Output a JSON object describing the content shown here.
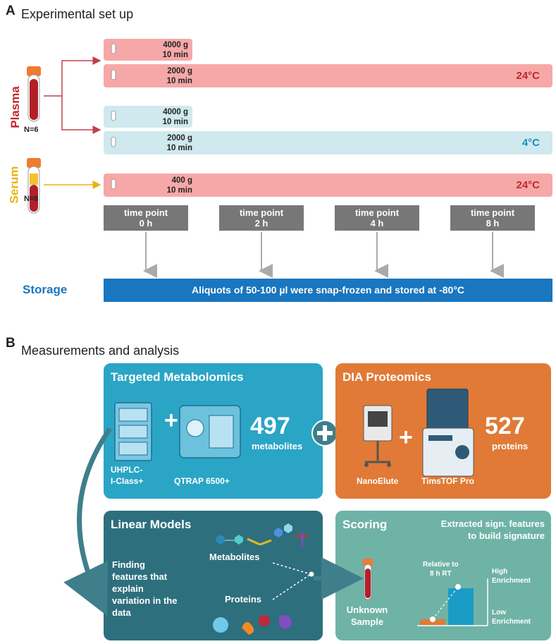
{
  "panel_a": {
    "letter": "A",
    "title": "Experimental set up",
    "plasma_label": "Plasma",
    "serum_label": "Serum",
    "plasma_n": "N=6",
    "serum_n": "N=6",
    "bars": [
      {
        "line1": "4000 g",
        "line2": "10 min",
        "temp": ""
      },
      {
        "line1": "2000 g",
        "line2": "10 min",
        "temp": "24°C"
      },
      {
        "line1": "4000 g",
        "line2": "10 min",
        "temp": ""
      },
      {
        "line1": "2000 g",
        "line2": "10 min",
        "temp": "4°C"
      },
      {
        "line1": "400 g",
        "line2": "10 min",
        "temp": "24°C"
      }
    ],
    "timepoints": [
      {
        "line1": "time point",
        "line2": "0 h"
      },
      {
        "line1": "time point",
        "line2": "2 h"
      },
      {
        "line1": "time point",
        "line2": "4 h"
      },
      {
        "line1": "time point",
        "line2": "8 h"
      }
    ],
    "storage_label": "Storage",
    "storage_text": "Aliquots of 50-100 µl were snap-frozen and stored at -80°C"
  },
  "panel_b": {
    "letter": "B",
    "title": "Measurements and analysis",
    "metabolomics": {
      "title": "Targeted Metabolomics",
      "count": "497",
      "unit": "metabolites",
      "instrument1": "UHPLC-\nI-Class+",
      "instrument1_l1": "UHPLC-",
      "instrument1_l2": "I-Class+",
      "instrument2": "QTRAP 6500+"
    },
    "proteomics": {
      "title": "DIA Proteomics",
      "count": "527",
      "unit": "proteins",
      "instrument1": "NanoElute",
      "instrument2": "TimsTOF Pro"
    },
    "linear": {
      "title": "Linear Models",
      "desc_lines": [
        "Finding",
        "features that",
        "explain",
        "variation in the",
        "data"
      ],
      "metabolites": "Metabolites",
      "proteins": "Proteins"
    },
    "scoring": {
      "title": "Scoring",
      "subtitle_l1": "Extracted sign. features",
      "subtitle_l2": "to build signature",
      "relative_l1": "Relative to",
      "relative_l2": "8 h RT",
      "high_l1": "High",
      "high_l2": "Enrichment",
      "low_l1": "Low",
      "low_l2": "Enrichment",
      "unknown_l1": "Unknown",
      "unknown_l2": "Sample"
    }
  },
  "colors": {
    "pink": "#f6a8a8",
    "light_blue": "#cfe9ee",
    "storage_blue": "#1976bf",
    "metab_box": "#2aa5c6",
    "prot_box": "#e07a36",
    "linear_box": "#2e6f7d",
    "scoring_box": "#6fb3a6",
    "plasma_red": "#c0272d",
    "serum_yellow": "#e8b311"
  }
}
